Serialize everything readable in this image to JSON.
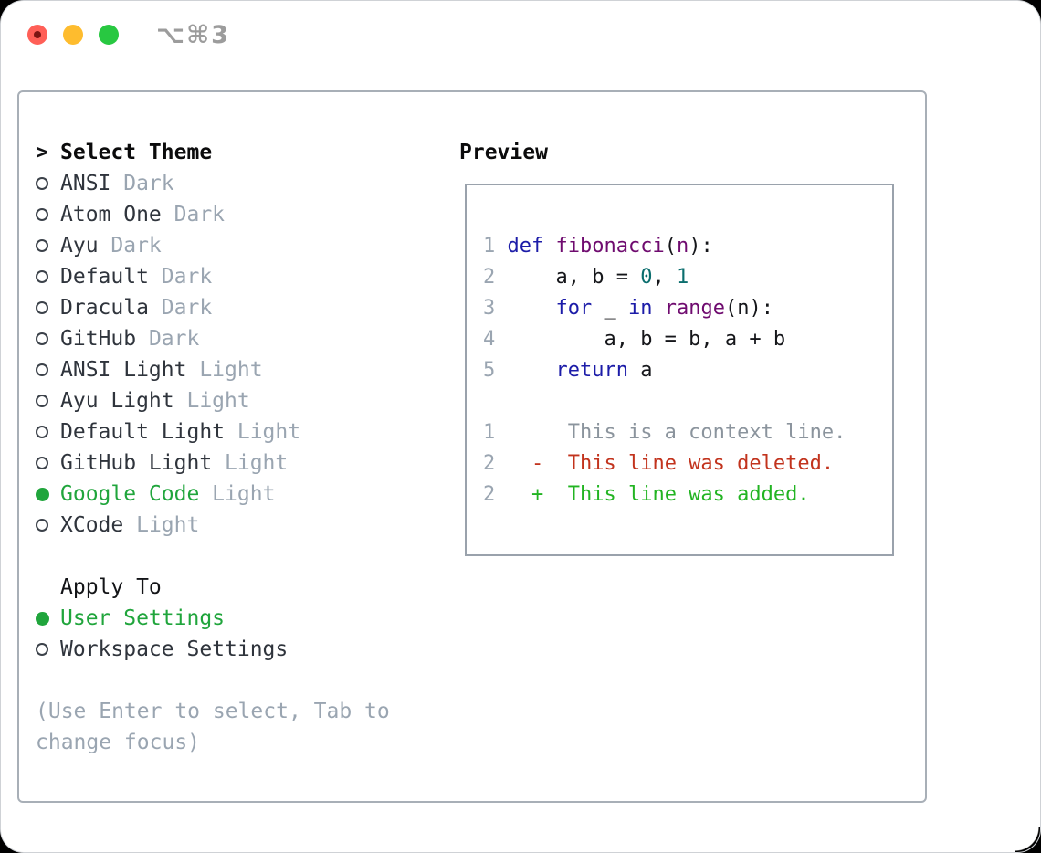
{
  "titlebar": {
    "title": "⌥⌘3",
    "traffic_lights": {
      "close_color": "#ff5f57",
      "close_dot_color": "#7c1512",
      "minimize_color": "#febc2e",
      "zoom_color": "#28c841"
    }
  },
  "theme_panel": {
    "header": {
      "prompt": ">",
      "label": "Select Theme"
    },
    "themes": [
      {
        "name": "ANSI",
        "variant": "Dark",
        "selected": false
      },
      {
        "name": "Atom One",
        "variant": "Dark",
        "selected": false
      },
      {
        "name": "Ayu",
        "variant": "Dark",
        "selected": false
      },
      {
        "name": "Default",
        "variant": "Dark",
        "selected": false
      },
      {
        "name": "Dracula",
        "variant": "Dark",
        "selected": false
      },
      {
        "name": "GitHub",
        "variant": "Dark",
        "selected": false
      },
      {
        "name": "ANSI Light",
        "variant": "Light",
        "selected": false
      },
      {
        "name": "Ayu Light",
        "variant": "Light",
        "selected": false
      },
      {
        "name": "Default Light",
        "variant": "Light",
        "selected": false
      },
      {
        "name": "GitHub Light",
        "variant": "Light",
        "selected": false
      },
      {
        "name": "Google Code",
        "variant": "Light",
        "selected": true
      },
      {
        "name": "XCode",
        "variant": "Light",
        "selected": false
      }
    ],
    "apply_to": {
      "label": "Apply To",
      "options": [
        {
          "label": "User Settings",
          "selected": true
        },
        {
          "label": "Workspace Settings",
          "selected": false
        }
      ]
    },
    "hint_lines": [
      "(Use Enter to select, Tab to",
      "change focus)"
    ]
  },
  "preview": {
    "label": "Preview",
    "code_lines": [
      {
        "num": "1",
        "segments": [
          [
            "kw",
            "def"
          ],
          [
            "pl",
            " "
          ],
          [
            "fn",
            "fibonacci"
          ],
          [
            "pl",
            "("
          ],
          [
            "fn",
            "n"
          ],
          [
            "pl",
            "):"
          ]
        ]
      },
      {
        "num": "2",
        "segments": [
          [
            "pl",
            "    a, b = "
          ],
          [
            "lit",
            "0"
          ],
          [
            "pl",
            ", "
          ],
          [
            "lit",
            "1"
          ]
        ]
      },
      {
        "num": "3",
        "segments": [
          [
            "pl",
            "    "
          ],
          [
            "kw",
            "for"
          ],
          [
            "pl",
            " _ "
          ],
          [
            "kw",
            "in"
          ],
          [
            "pl",
            " "
          ],
          [
            "fn",
            "range"
          ],
          [
            "pl",
            "(n):"
          ]
        ]
      },
      {
        "num": "4",
        "segments": [
          [
            "pl",
            "        a, b = b, a + b"
          ]
        ]
      },
      {
        "num": "5",
        "segments": [
          [
            "pl",
            "    "
          ],
          [
            "kw",
            "return"
          ],
          [
            "pl",
            " a"
          ]
        ]
      },
      {
        "num": "",
        "segments": []
      },
      {
        "num": "1",
        "segments": [
          [
            "ctx",
            "     This is a context line."
          ]
        ]
      },
      {
        "num": "2",
        "segments": [
          [
            "ctx",
            "  "
          ],
          [
            "del",
            "-  This line was deleted."
          ]
        ]
      },
      {
        "num": "2",
        "segments": [
          [
            "ctx",
            "  "
          ],
          [
            "add",
            "+  This line was added."
          ]
        ]
      }
    ],
    "colors": {
      "keyword": "#1c1ca8",
      "function": "#6f0b6f",
      "literal": "#0b6e6e",
      "plain": "#15161a",
      "line_number": "#9aa5b1",
      "context": "#8b949d",
      "deleted": "#c2331d",
      "added": "#22b422"
    }
  },
  "colors": {
    "accent_green": "#20a53c",
    "muted_text": "#9aa5b1",
    "dark_text": "#2f343c",
    "panel_border": "#a8afb7"
  }
}
